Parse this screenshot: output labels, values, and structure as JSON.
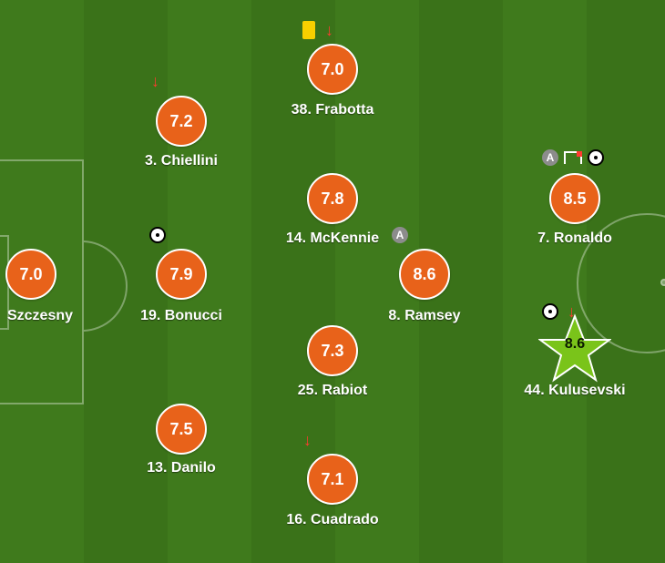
{
  "players": {
    "szczesny": {
      "rating": "7.0",
      "name": "Szczesny"
    },
    "chiellini": {
      "rating": "7.2",
      "name": "3. Chiellini"
    },
    "bonucci": {
      "rating": "7.9",
      "name": "19. Bonucci"
    },
    "danilo": {
      "rating": "7.5",
      "name": "13. Danilo"
    },
    "frabotta": {
      "rating": "7.0",
      "name": "38. Frabotta"
    },
    "mckennie": {
      "rating": "7.8",
      "name": "14. McKennie"
    },
    "rabiot": {
      "rating": "7.3",
      "name": "25. Rabiot"
    },
    "cuadrado": {
      "rating": "7.1",
      "name": "16. Cuadrado"
    },
    "ramsey": {
      "rating": "8.6",
      "name": "8. Ramsey"
    },
    "ronaldo": {
      "rating": "8.5",
      "name": "7. Ronaldo"
    },
    "kulusevski": {
      "rating": "8.6",
      "name": "44. Kulusevski"
    }
  },
  "badges": {
    "assist": "A"
  },
  "colors": {
    "rating_bg": "#e8621a",
    "star_bg": "#7ac41a",
    "pitch_dark": "#3a7219",
    "pitch_light": "#3f7a1c",
    "arrow": "#ff3b30",
    "yellow_card": "#f7d000"
  }
}
